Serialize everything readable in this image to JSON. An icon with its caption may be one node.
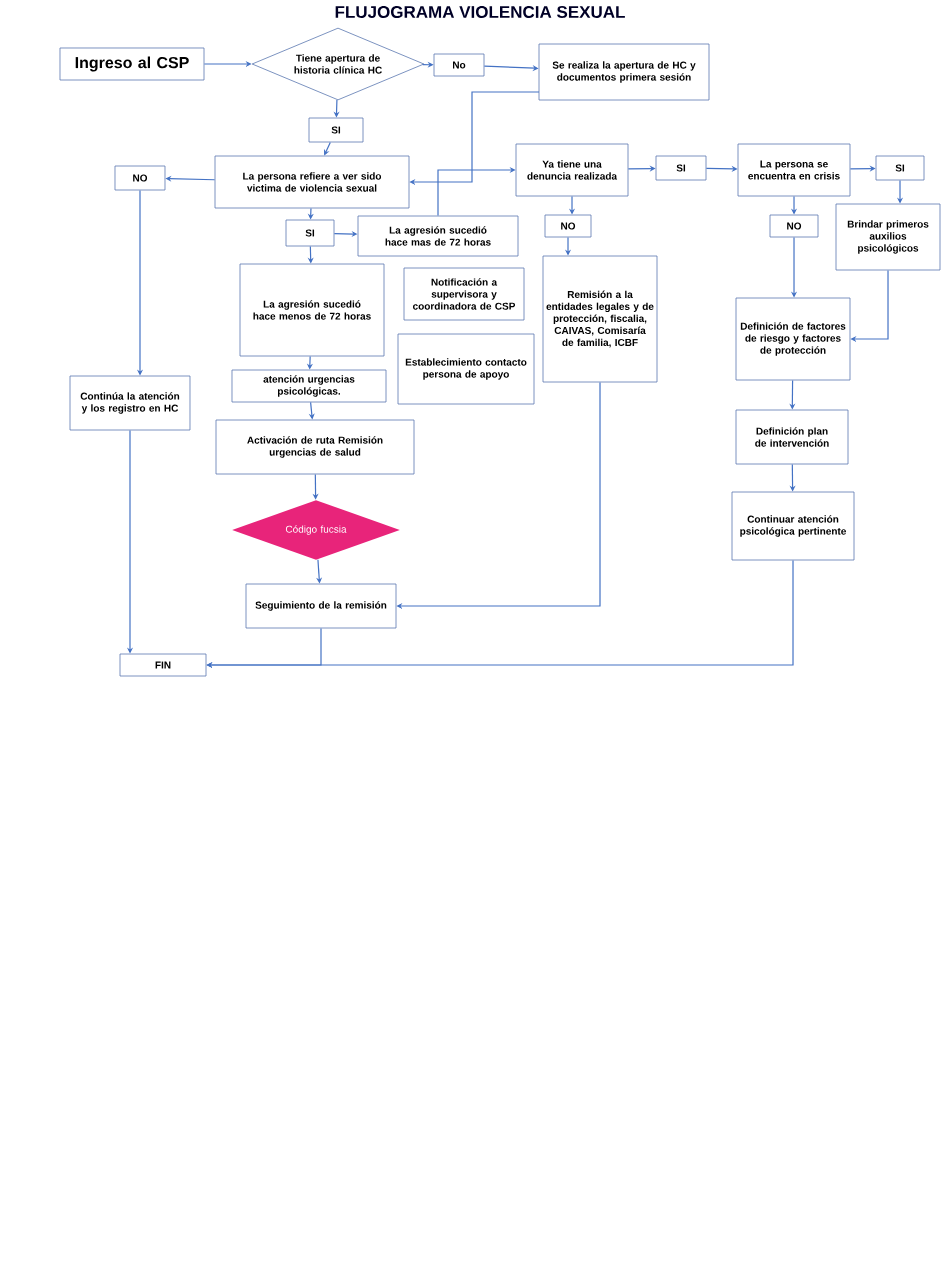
{
  "diagram": {
    "title": "FLUJOGRAMA VIOLENCIA SEXUAL",
    "nodes": [
      {
        "text": [
          "Ingreso al CSP"
        ]
      },
      {
        "text": [
          "Tiene apertura de historia clínica HC"
        ]
      },
      {
        "text": [
          "No"
        ]
      },
      {
        "text": [
          "Se realiza la apertura de HC y documentos primera sesión"
        ]
      },
      {
        "text": [
          "SI"
        ]
      },
      {
        "text": [
          "La persona refiere a ver sido victima de violencia sexual"
        ]
      },
      {
        "text": [
          "NO"
        ]
      },
      {
        "text": [
          "SI"
        ]
      },
      {
        "text": [
          "La agresión sucedió hace mas de 72 horas"
        ]
      },
      {
        "text": [
          "La agresión sucedió hace menos de 72 horas"
        ]
      },
      {
        "text": [
          "Notificación a supervisora y coordinadora de CSP"
        ]
      },
      {
        "text": [
          "Establecimiento contacto persona de apoyo"
        ]
      },
      {
        "text": [
          "atención urgencias psicológicas."
        ]
      },
      {
        "text": [
          "Continúa la atención y los registro en HC"
        ]
      },
      {
        "text": [
          "Activación de ruta Remisión urgencias de salud"
        ]
      },
      {
        "text": [
          "Código fucsia"
        ]
      },
      {
        "text": [
          "Seguimiento de la remisión"
        ]
      },
      {
        "text": [
          "FIN"
        ]
      },
      {
        "text": [
          "Ya tiene una denuncia realizada"
        ]
      },
      {
        "text": [
          "NO"
        ]
      },
      {
        "text": [
          "Remisión a la entidades legales y de protección, fiscalia, CAIVAS, Comisaría de familia, ICBF"
        ]
      },
      {
        "text": [
          "SI"
        ]
      },
      {
        "text": [
          "La persona se encuentra en crisis"
        ]
      },
      {
        "text": [
          "NO"
        ]
      },
      {
        "text": [
          "SI"
        ]
      },
      {
        "text": [
          "Brindar primeros auxilios psicológicos"
        ]
      },
      {
        "text": [
          "Definición de factores de riesgo y factores de protección"
        ]
      },
      {
        "text": [
          "Definición plan de intervención"
        ]
      },
      {
        "text": [
          "Continuar atención psicológica pertinente"
        ]
      }
    ],
    "edges": [
      {
        "from": 0,
        "to": 1,
        "arrow": "to"
      },
      {
        "from": 1,
        "to": 2,
        "arrow": "to"
      },
      {
        "from": 2,
        "to": 3,
        "arrow": "to"
      },
      {
        "from": 3,
        "to": 5,
        "arrow": "to"
      },
      {
        "from": 1,
        "to": 4,
        "arrow": "to"
      },
      {
        "from": 4,
        "to": 5,
        "arrow": "to"
      },
      {
        "from": 5,
        "to": 6,
        "arrow": "to"
      },
      {
        "from": 6,
        "to": 13,
        "arrow": "to"
      },
      {
        "from": 5,
        "to": 7,
        "arrow": "to"
      },
      {
        "from": 7,
        "to": 8,
        "arrow": "to"
      },
      {
        "from": 7,
        "to": 9,
        "arrow": "to"
      },
      {
        "from": 8,
        "to": 18,
        "arrow": "to"
      },
      {
        "from": 9,
        "to": 12,
        "arrow": "to"
      },
      {
        "from": 12,
        "to": 14,
        "arrow": "to"
      },
      {
        "from": 14,
        "to": 15,
        "arrow": "to"
      },
      {
        "from": 15,
        "to": 16,
        "arrow": "to"
      },
      {
        "from": 16,
        "to": 17,
        "arrow": "to"
      },
      {
        "from": 13,
        "to": 17,
        "arrow": "to"
      },
      {
        "from": 20,
        "to": 16,
        "arrow": "to"
      },
      {
        "from": 28,
        "to": 17,
        "arrow": "to"
      },
      {
        "from": 18,
        "to": 21,
        "arrow": "to"
      },
      {
        "from": 21,
        "to": 22,
        "arrow": "to"
      },
      {
        "from": 18,
        "to": 19,
        "arrow": "to"
      },
      {
        "from": 19,
        "to": 20,
        "arrow": "to"
      },
      {
        "from": 22,
        "to": 24,
        "arrow": "to"
      },
      {
        "from": 24,
        "to": 25,
        "arrow": "to"
      },
      {
        "from": 22,
        "to": 23,
        "arrow": "to"
      },
      {
        "from": 23,
        "to": 26,
        "arrow": "to"
      },
      {
        "from": 25,
        "to": 26,
        "arrow": "to"
      },
      {
        "from": 26,
        "to": 27,
        "arrow": "to"
      },
      {
        "from": 27,
        "to": 28,
        "arrow": "to"
      }
    ]
  }
}
